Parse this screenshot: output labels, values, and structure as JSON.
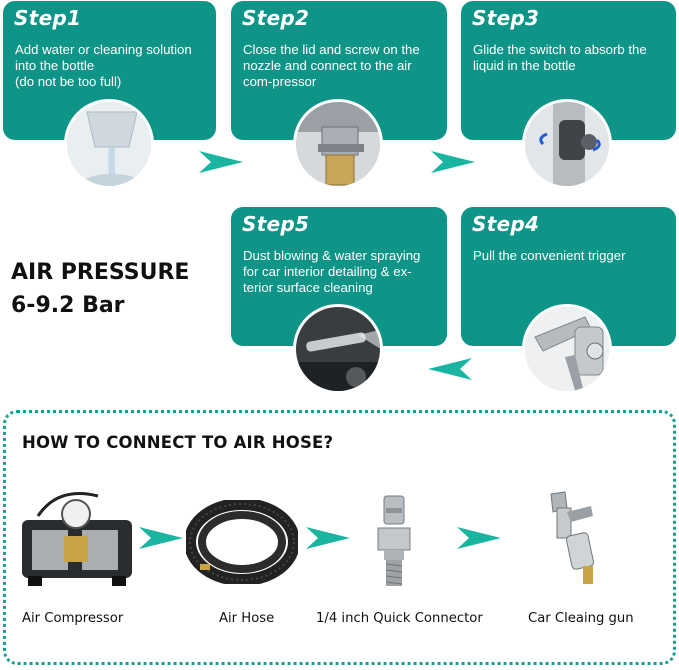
{
  "steps": [
    {
      "title": "Step1",
      "lines": [
        "Add water or cleaning solution",
        "into the bottle",
        "(do not be too full)"
      ]
    },
    {
      "title": "Step2",
      "lines": [
        "Close the lid and screw on the",
        "nozzle and connect to the air",
        "com-pressor"
      ]
    },
    {
      "title": "Step3",
      "lines": [
        "Glide the switch to absorb the",
        "liquid in the bottle"
      ]
    },
    {
      "title": "Step4",
      "lines": [
        "Pull the convenient trigger"
      ]
    },
    {
      "title": "Step5",
      "lines": [
        "Dust blowing & water spraying",
        "for car interior detailing & ex-",
        "terior surface cleaning"
      ]
    }
  ],
  "pressure": {
    "line1": "AIR PRESSURE",
    "line2": "6-9.2 Bar"
  },
  "howto": {
    "title": "HOW TO CONNECT TO AIR HOSE?",
    "items": [
      "Air Compressor",
      "Air Hose",
      "1/4 inch Quick Connector",
      "Car Cleaing gun"
    ]
  },
  "colors": {
    "accent": "#0f9488",
    "border": "#14a08e",
    "arrow": "#19b5a0"
  },
  "icons": [
    "arrow-right-icon",
    "arrow-left-icon"
  ]
}
